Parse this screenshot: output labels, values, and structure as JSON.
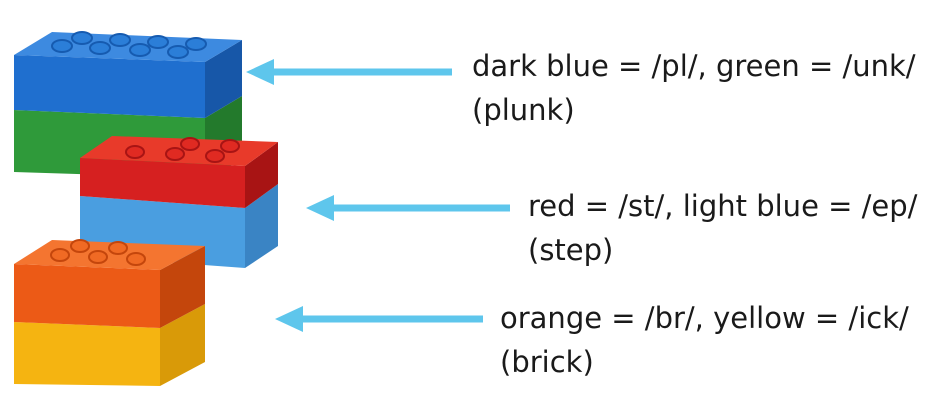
{
  "colors": {
    "arrow": "#5ec6ec",
    "dark_blue": "#1f6fcf",
    "green": "#2f9a3a",
    "red": "#d62020",
    "light_blue": "#4a9ee0",
    "orange": "#ec5a16",
    "yellow": "#f5b411"
  },
  "labels": [
    {
      "line1": "dark blue = /pl/, green = /unk/",
      "line2": "(plunk)"
    },
    {
      "line1": "red = /st/, light blue = /ep/",
      "line2": "(step)"
    },
    {
      "line1": "orange = /br/, yellow = /ick/",
      "line2": "(brick)"
    }
  ]
}
